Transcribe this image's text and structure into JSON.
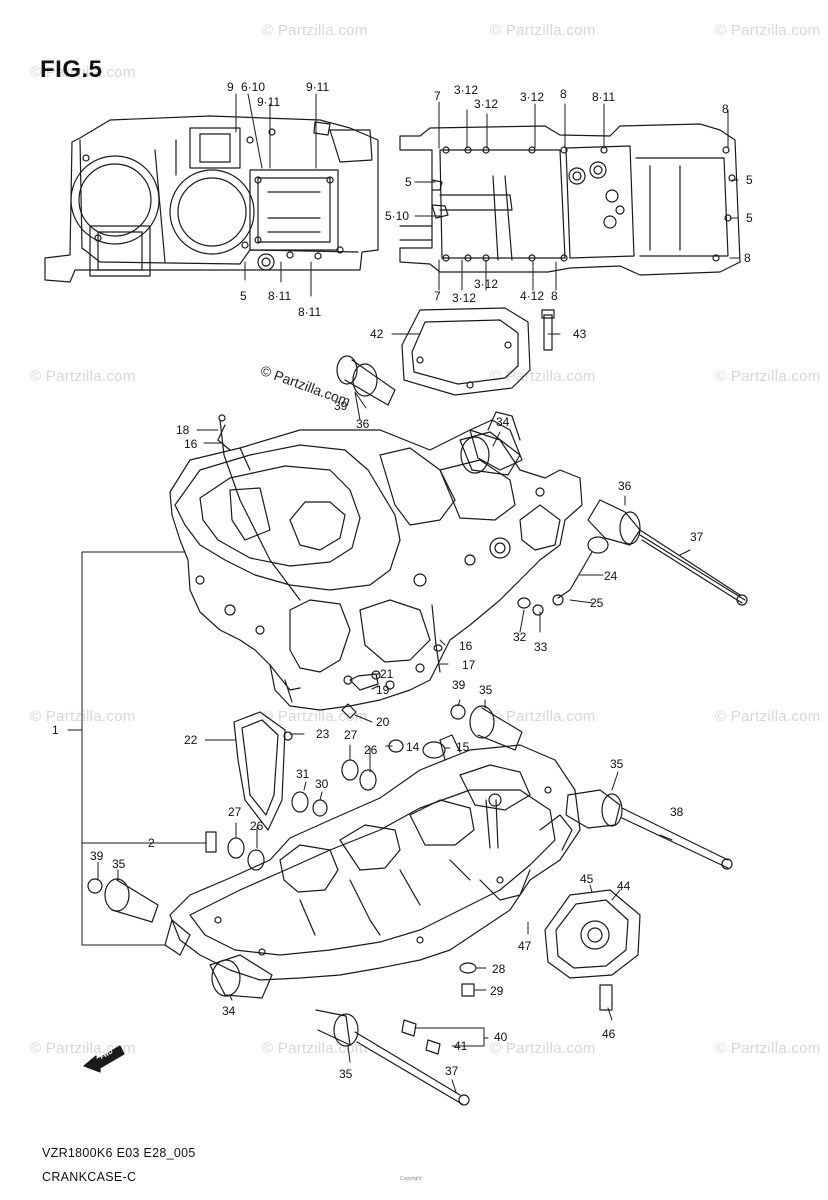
{
  "figure": {
    "title": "FIG.5"
  },
  "footer": {
    "model_code": "VZR1800K6 E03 E28_005",
    "section_name": "CRANKCASE-C",
    "copyright_small": "Copyright"
  },
  "watermarks": {
    "text": "© Partzilla.com",
    "overlay_text": "© Partzilla.com"
  },
  "fwd_arrow": {
    "label": "FWD"
  },
  "callouts": {
    "c9": "9",
    "c6_10": "6·10",
    "c9_11a": "9·11",
    "c9_11b": "9·11",
    "c5a": "5",
    "c8_11a": "8·11",
    "c8_11b": "8·11",
    "c7a": "7",
    "c3_12a": "3·12",
    "c3_12b": "3·12",
    "c3_12c": "3·12",
    "c8a": "8",
    "c8_11c": "8·11",
    "c8b": "8",
    "c5b": "5",
    "c5_10": "5·10",
    "c5c": "5",
    "c5d": "5",
    "c8c": "8",
    "c7b": "7",
    "c3_12d": "3·12",
    "c3_12e": "3·12",
    "c4_12": "4·12",
    "c8d": "8",
    "c42": "42",
    "c43": "43",
    "c39a": "39",
    "c36a": "36",
    "c34a": "34",
    "c18": "18",
    "c16a": "16",
    "c36b": "36",
    "c37a": "37",
    "c24": "24",
    "c25": "25",
    "c32": "32",
    "c33": "33",
    "c16b": "16",
    "c17": "17",
    "c21": "21",
    "c19": "19",
    "c39b": "39",
    "c35a": "35",
    "c1": "1",
    "c22": "22",
    "c23": "23",
    "c20": "20",
    "c27a": "27",
    "c26a": "26",
    "c14": "14",
    "c15": "15",
    "c31": "31",
    "c30": "30",
    "c35b": "35",
    "c38": "38",
    "c2": "2",
    "c27b": "27",
    "c26b": "26",
    "c39c": "39",
    "c35c": "35",
    "c45": "45",
    "c44": "44",
    "c47": "47",
    "c28": "28",
    "c29": "29",
    "c34b": "34",
    "c46": "46",
    "c40": "40",
    "c41": "41",
    "c35d": "35",
    "c37b": "37"
  }
}
